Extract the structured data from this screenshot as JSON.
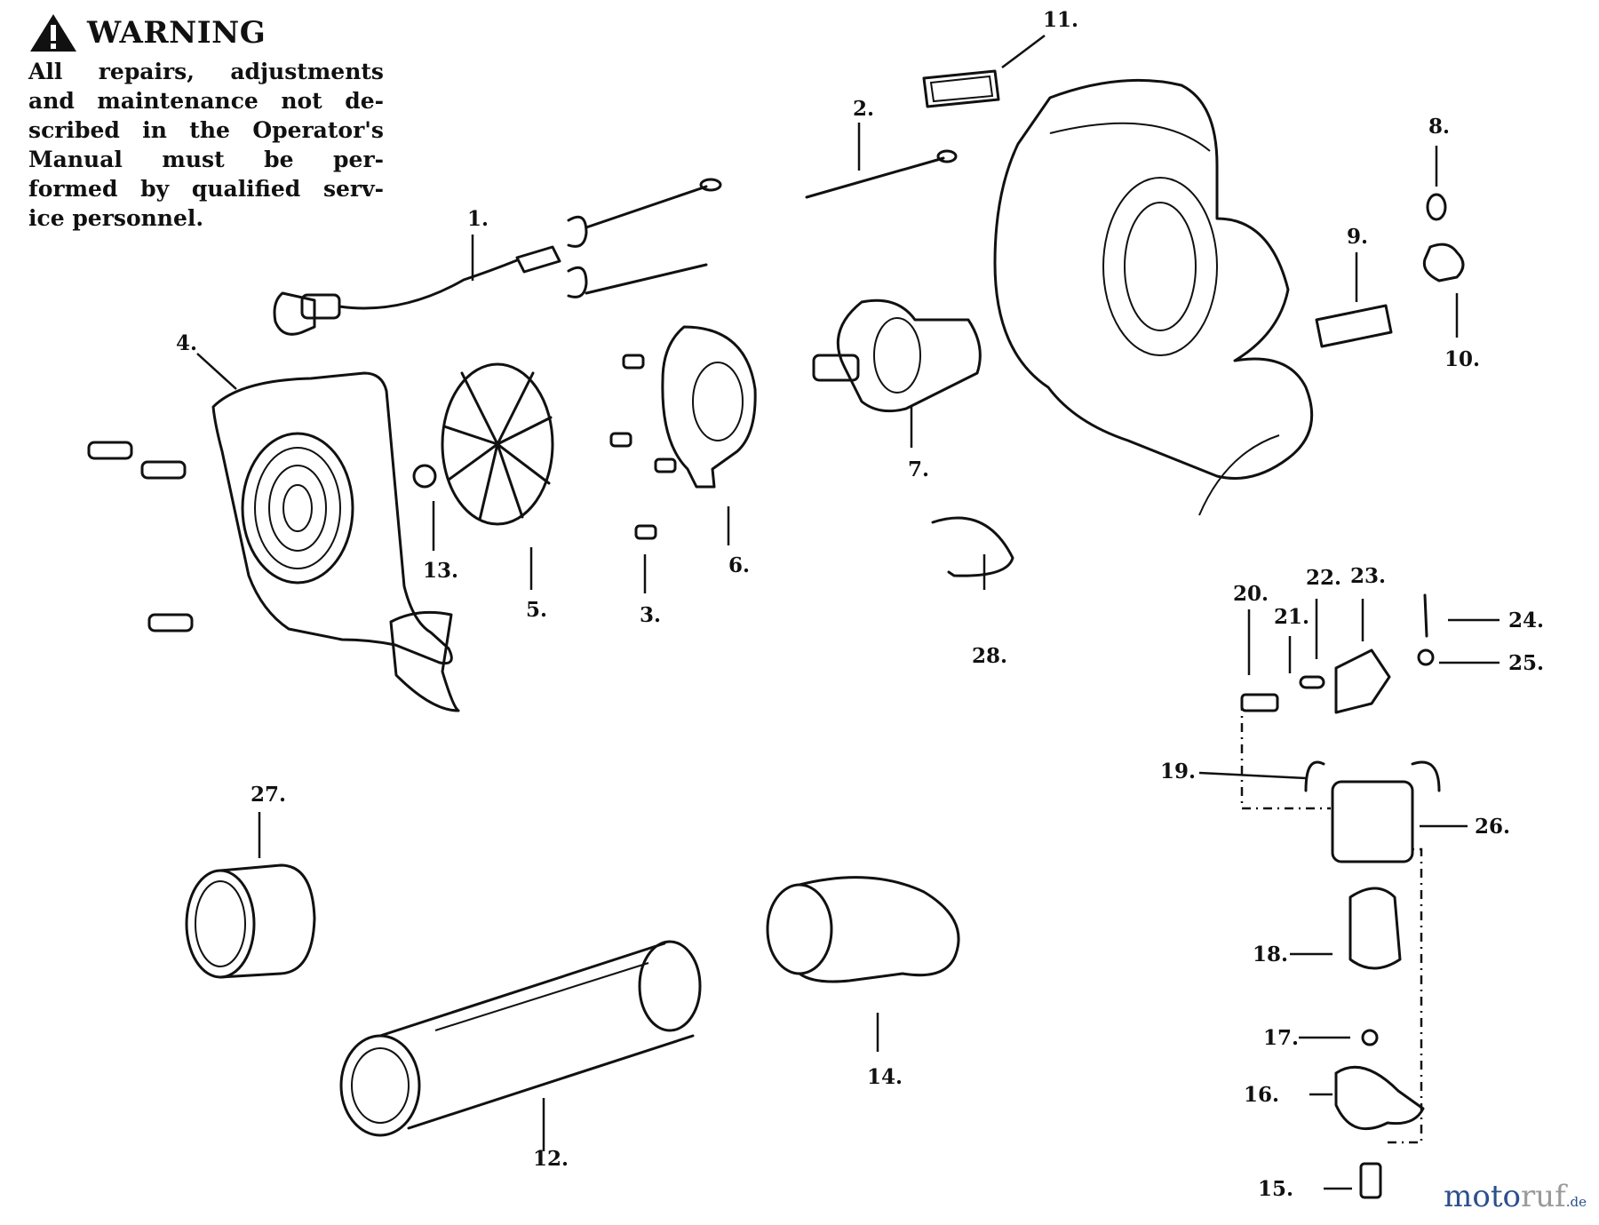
{
  "warning": {
    "title": "WARNING",
    "lines": [
      "All repairs, adjustments",
      "and maintenance not de-",
      "scribed in the Operator's",
      "Manual must be per-",
      "formed by qualified serv-",
      "ice personnel."
    ]
  },
  "part_labels": [
    "1.",
    "2.",
    "3.",
    "4.",
    "5.",
    "6.",
    "7.",
    "8.",
    "9.",
    "10.",
    "11.",
    "12.",
    "13.",
    "14.",
    "15.",
    "16.",
    "17.",
    "18.",
    "19.",
    "20.",
    "21.",
    "22.",
    "23.",
    "24.",
    "25.",
    "26.",
    "27.",
    "28."
  ],
  "watermark": {
    "part1": "moto",
    "part2": "ruf",
    "part3": ".de"
  },
  "icons": {
    "warning": "warning-triangle-icon"
  }
}
